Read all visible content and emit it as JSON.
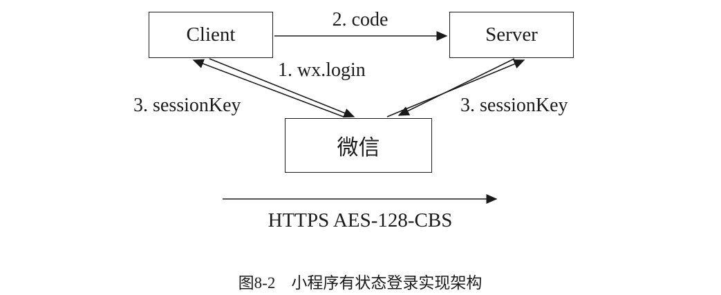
{
  "diagram": {
    "nodes": {
      "client": {
        "label": "Client"
      },
      "server": {
        "label": "Server"
      },
      "wechat": {
        "label": "微信"
      }
    },
    "edges": {
      "code": {
        "label": "2. code",
        "from": "client",
        "to": "server"
      },
      "wx_login": {
        "label": "1. wx.login",
        "from": "client",
        "to": "wechat"
      },
      "session_key_left": {
        "label": "3. sessionKey",
        "from": "wechat",
        "to": "client"
      },
      "session_key_right": {
        "label": "3. sessionKey",
        "from": "wechat",
        "to": "server"
      }
    },
    "protocol_label": "HTTPS AES-128-CBS",
    "caption": "图8-2　小程序有状态登录实现架构"
  },
  "colors": {
    "line": "#1a1a1a",
    "background": "#ffffff"
  }
}
